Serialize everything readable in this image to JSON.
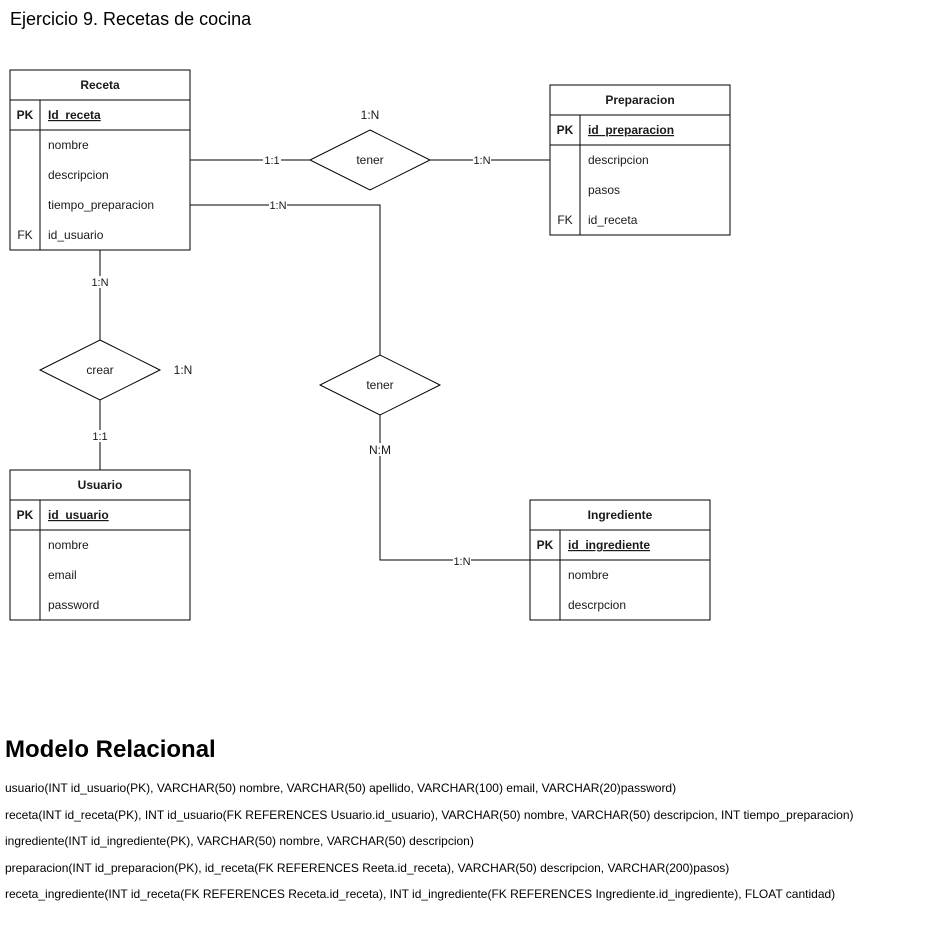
{
  "title": "Ejercicio 9. Recetas de cocina",
  "entities": {
    "receta": {
      "name": "Receta",
      "rows": [
        {
          "key": "PK",
          "attr": "Id_receta"
        },
        {
          "key": "",
          "attr": "nombre"
        },
        {
          "key": "",
          "attr": "descripcion"
        },
        {
          "key": "",
          "attr": "tiempo_preparacion"
        },
        {
          "key": "FK",
          "attr": "id_usuario"
        }
      ]
    },
    "preparacion": {
      "name": "Preparacion",
      "rows": [
        {
          "key": "PK",
          "attr": "id_preparacion"
        },
        {
          "key": "",
          "attr": "descripcion"
        },
        {
          "key": "",
          "attr": "pasos"
        },
        {
          "key": "FK",
          "attr": "id_receta"
        }
      ]
    },
    "usuario": {
      "name": "Usuario",
      "rows": [
        {
          "key": "PK",
          "attr": "id_usuario"
        },
        {
          "key": "",
          "attr": "nombre"
        },
        {
          "key": "",
          "attr": "email"
        },
        {
          "key": "",
          "attr": "password"
        }
      ]
    },
    "ingrediente": {
      "name": "Ingrediente",
      "rows": [
        {
          "key": "PK",
          "attr": "id_ingrediente"
        },
        {
          "key": "",
          "attr": "nombre"
        },
        {
          "key": "",
          "attr": "descrpcion"
        }
      ]
    }
  },
  "relationships": {
    "tener_preparacion": {
      "label": "tener",
      "cardinality": "1:N",
      "left_end": "1:1",
      "right_end": "1:N"
    },
    "crear": {
      "label": "crear",
      "cardinality": "1:N",
      "top_end": "1:N",
      "bottom_end": "1:1"
    },
    "tener_ingrediente": {
      "label": "tener",
      "top_end": "1:N",
      "cardinality": "N:M",
      "bottom_end": "1:N"
    }
  },
  "relational_model": {
    "title": "Modelo Relacional",
    "lines": [
      "usuario(INT id_usuario(PK), VARCHAR(50) nombre, VARCHAR(50) apellido, VARCHAR(100) email, VARCHAR(20)password)",
      "receta(INT id_receta(PK), INT id_usuario(FK REFERENCES Usuario.id_usuario), VARCHAR(50) nombre, VARCHAR(50) descripcion, INT tiempo_preparacion)",
      "ingrediente(INT id_ingrediente(PK), VARCHAR(50) nombre, VARCHAR(50) descripcion)",
      "preparacion(INT id_preparacion(PK), id_receta(FK REFERENCES Reeta.id_receta), VARCHAR(50) descripcion, VARCHAR(200)pasos)",
      "receta_ingrediente(INT id_receta(FK REFERENCES Receta.id_receta), INT id_ingrediente(FK REFERENCES Ingrediente.id_ingrediente), FLOAT cantidad)"
    ]
  }
}
